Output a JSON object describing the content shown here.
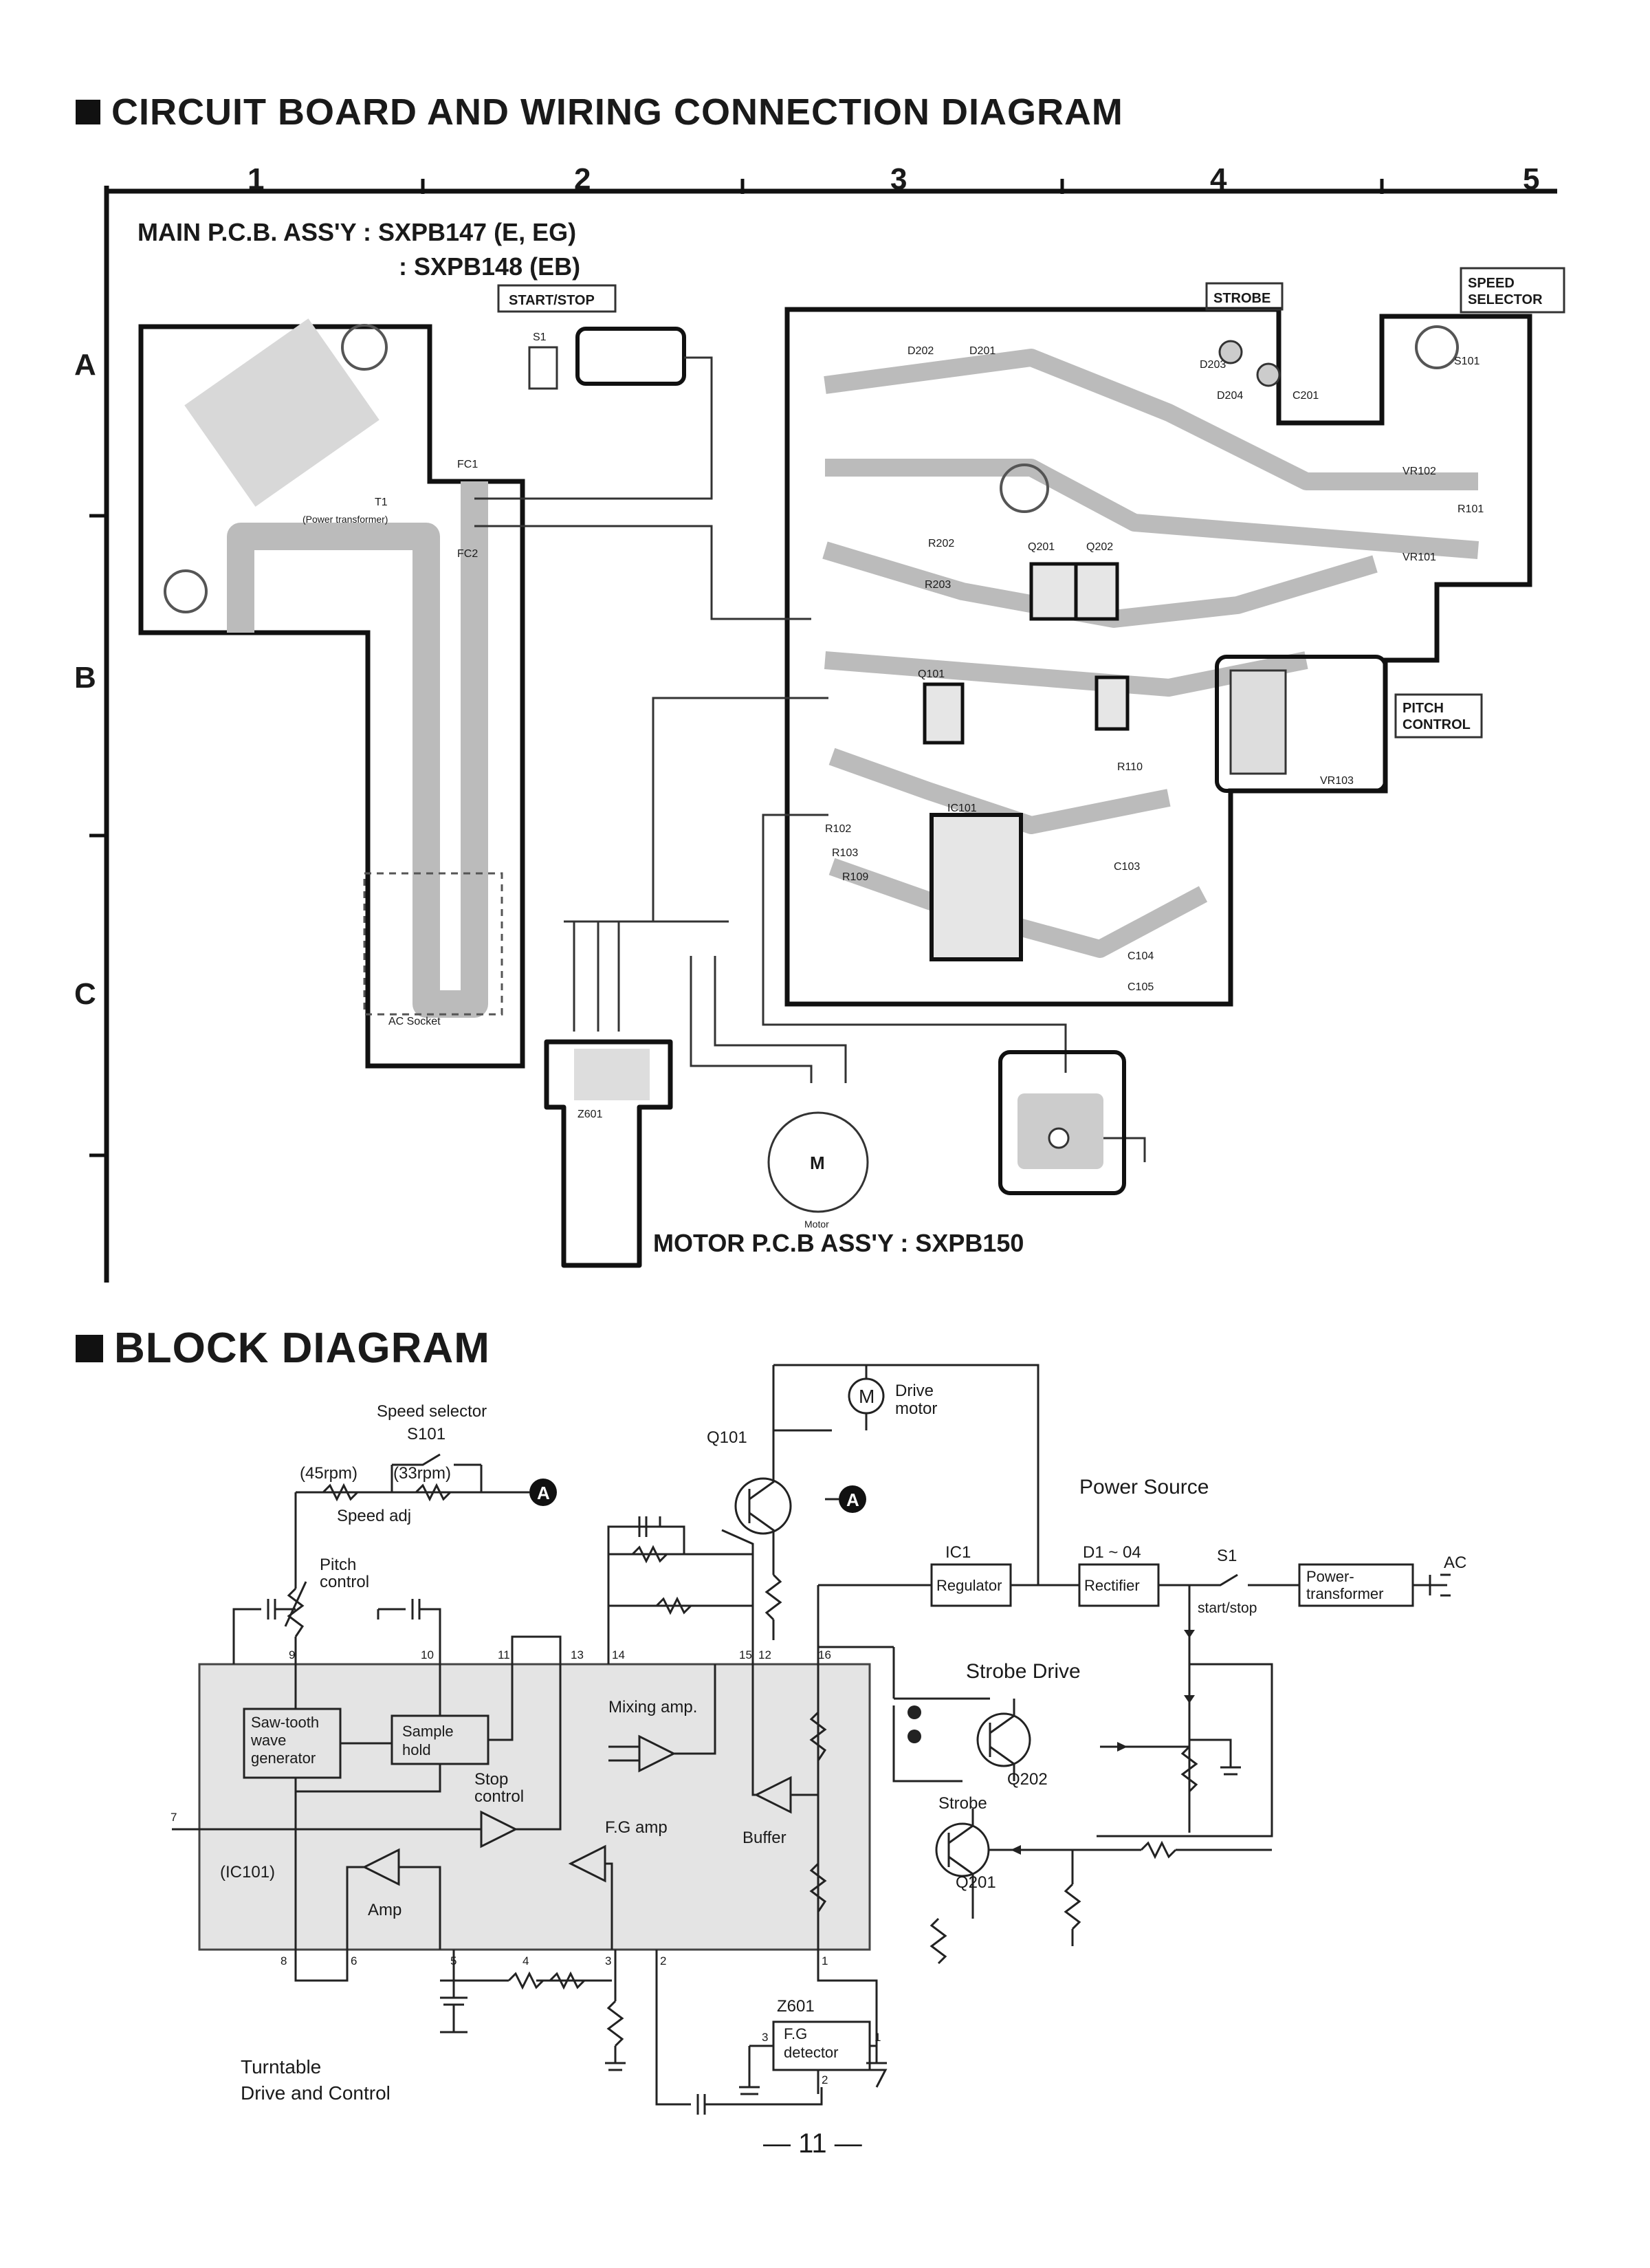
{
  "wiring_diagram": {
    "title": "CIRCUIT BOARD AND WIRING CONNECTION DIAGRAM",
    "col_labels": [
      "1",
      "2",
      "3",
      "4",
      "5"
    ],
    "row_labels": [
      "A",
      "B",
      "C"
    ],
    "main_pcb_line1": "MAIN P.C.B. ASS'Y : SXPB147 (E, EG)",
    "main_pcb_line2": ": SXPB148 (EB)",
    "motor_pcb": "MOTOR P.C.B ASS'Y : SXPB150",
    "tag_start_stop": "START/STOP",
    "tag_strobe": "STROBE",
    "tag_speed_selector": [
      "SPEED",
      "SELECTOR"
    ],
    "tag_pitch_control": [
      "PITCH",
      "CONTROL"
    ],
    "label_s1": "S1",
    "label_t1": "T1",
    "label_power_transformer": "(Power transformer)",
    "label_fc1": "FC1",
    "label_fc2": "FC2",
    "label_ac_socket": "AC Socket",
    "label_z601": "Z601",
    "label_motor_m": "M",
    "label_motor": "Motor",
    "comp_labels": [
      "D202",
      "D201",
      "D203",
      "D204",
      "Q201",
      "Q202",
      "Q101",
      "IC101",
      "R202",
      "R203",
      "R110",
      "VR102",
      "VR101",
      "VR103",
      "R101",
      "R102",
      "R103",
      "R109",
      "C103",
      "C104",
      "C105",
      "C201",
      "S101"
    ]
  },
  "block_diagram": {
    "title": "BLOCK DIAGRAM",
    "speed_selector": "Speed selector",
    "s101": "S101",
    "rpm45": "(45rpm)",
    "rpm33": "(33rpm)",
    "speed_adj": "Speed adj",
    "pitch_control": [
      "Pitch",
      "control"
    ],
    "q101": "Q101",
    "drive_motor": [
      "Drive",
      "motor"
    ],
    "motor_m": "M",
    "connector_a": "A",
    "power_source": "Power Source",
    "ic1": "IC1",
    "regulator": "Regulator",
    "d1_04": "D1 ~ 04",
    "rectifier": "Rectifier",
    "s1": "S1",
    "start_stop": "start/stop",
    "power_transformer": [
      "Power-",
      "transformer"
    ],
    "ac": "AC",
    "strobe_drive": "Strobe Drive",
    "strobe": "Strobe",
    "q202": "Q202",
    "q201": "Q201",
    "saw_tooth": [
      "Saw-tooth",
      "wave",
      "generator"
    ],
    "sample_hold": [
      "Sample",
      "hold"
    ],
    "stop_control": [
      "Stop",
      "control"
    ],
    "mixing_amp": "Mixing amp.",
    "buffer": "Buffer",
    "fg_amp": "F.G amp",
    "amp": "Amp",
    "ic101": "(IC101)",
    "z601": "Z601",
    "fg_detector": [
      "F.G",
      "detector"
    ],
    "turntable": [
      "Turntable",
      "Drive and Control"
    ],
    "pins_top": [
      "9",
      "10",
      "11",
      "13",
      "14",
      "15",
      "12",
      "16"
    ],
    "pins_bottom": [
      "8",
      "6",
      "5",
      "4",
      "3",
      "2",
      "1"
    ],
    "pin_left": "7",
    "det_pins": [
      "3",
      "1",
      "2"
    ]
  },
  "page_number": "— 11 —"
}
